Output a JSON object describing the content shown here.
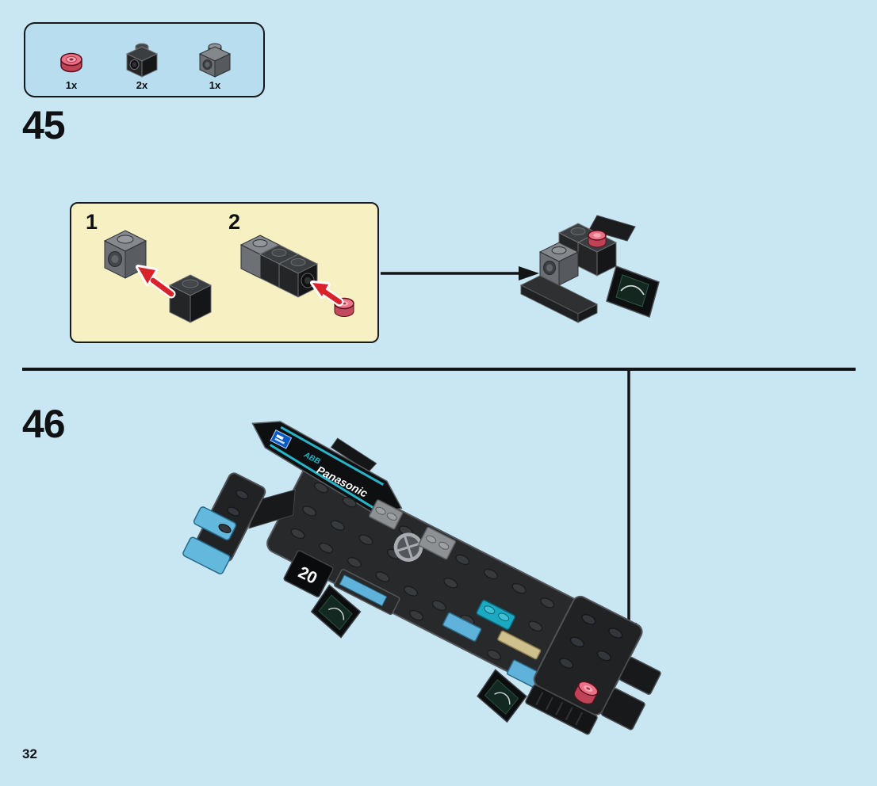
{
  "page": {
    "number": "32"
  },
  "parts_callout": {
    "items": [
      {
        "part": "round-plate-1x1-red",
        "count": "1x"
      },
      {
        "part": "headlight-brick-1x1-black",
        "count": "2x"
      },
      {
        "part": "headlight-brick-1x1-dark-gray",
        "count": "1x"
      }
    ]
  },
  "step_45": {
    "number": "45",
    "substeps": [
      {
        "label": "1"
      },
      {
        "label": "2"
      }
    ]
  },
  "step_46": {
    "number": "46"
  },
  "car": {
    "spine_brand": "ABB",
    "sponsor": "Panasonic",
    "number": "20"
  },
  "colors": {
    "page_background": "#c9e6f3",
    "callout_background": "#b7ddef",
    "substep_background": "#f7f0c2",
    "divider": "#131416",
    "arrow_red": "#d8232a",
    "azure": "#63b9dc",
    "teal": "#27b4c8",
    "red_piece": "#ea7186"
  }
}
